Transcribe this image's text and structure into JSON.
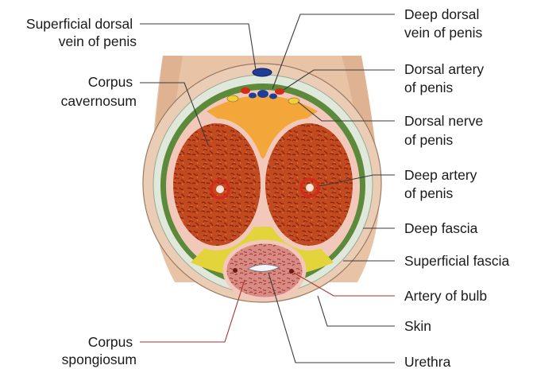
{
  "labels": {
    "superficial_dorsal_vein": [
      "Superficial dorsal",
      "vein of penis"
    ],
    "corpus_cavernosum": [
      "Corpus",
      "cavernosum"
    ],
    "corpus_spongiosum": [
      "Corpus",
      "spongiosum"
    ],
    "deep_dorsal_vein": [
      "Deep dorsal",
      "vein of penis"
    ],
    "dorsal_artery": [
      "Dorsal artery",
      "of penis"
    ],
    "dorsal_nerve": [
      "Dorsal nerve",
      "of penis"
    ],
    "deep_artery": [
      "Deep artery",
      "of penis"
    ],
    "deep_fascia": "Deep fascia",
    "superficial_fascia": "Superficial fascia",
    "artery_of_bulb": "Artery of bulb",
    "skin": "Skin",
    "urethra": "Urethra"
  },
  "colors": {
    "skin": "#e9c3a6",
    "skin_shade": "#d8a886",
    "superficial_fascia": "#dfe8da",
    "deep_fascia": "#5d8a3a",
    "tunica": "#f1c8ba",
    "filler": "#f3a63a",
    "cavernous_tissue": "#c24a1f",
    "cavernous_speckle": "#8a2410",
    "spongiosum_tissue": "#c86b63",
    "spongiosum_light": "#f4d2cf",
    "yellow_fat": "#e2d43a",
    "vein": "#1f3e9a",
    "artery": "#d62a18",
    "nerve": "#f2cf3a",
    "leader": "#3a3a3a",
    "leader_red": "#a8322a"
  }
}
